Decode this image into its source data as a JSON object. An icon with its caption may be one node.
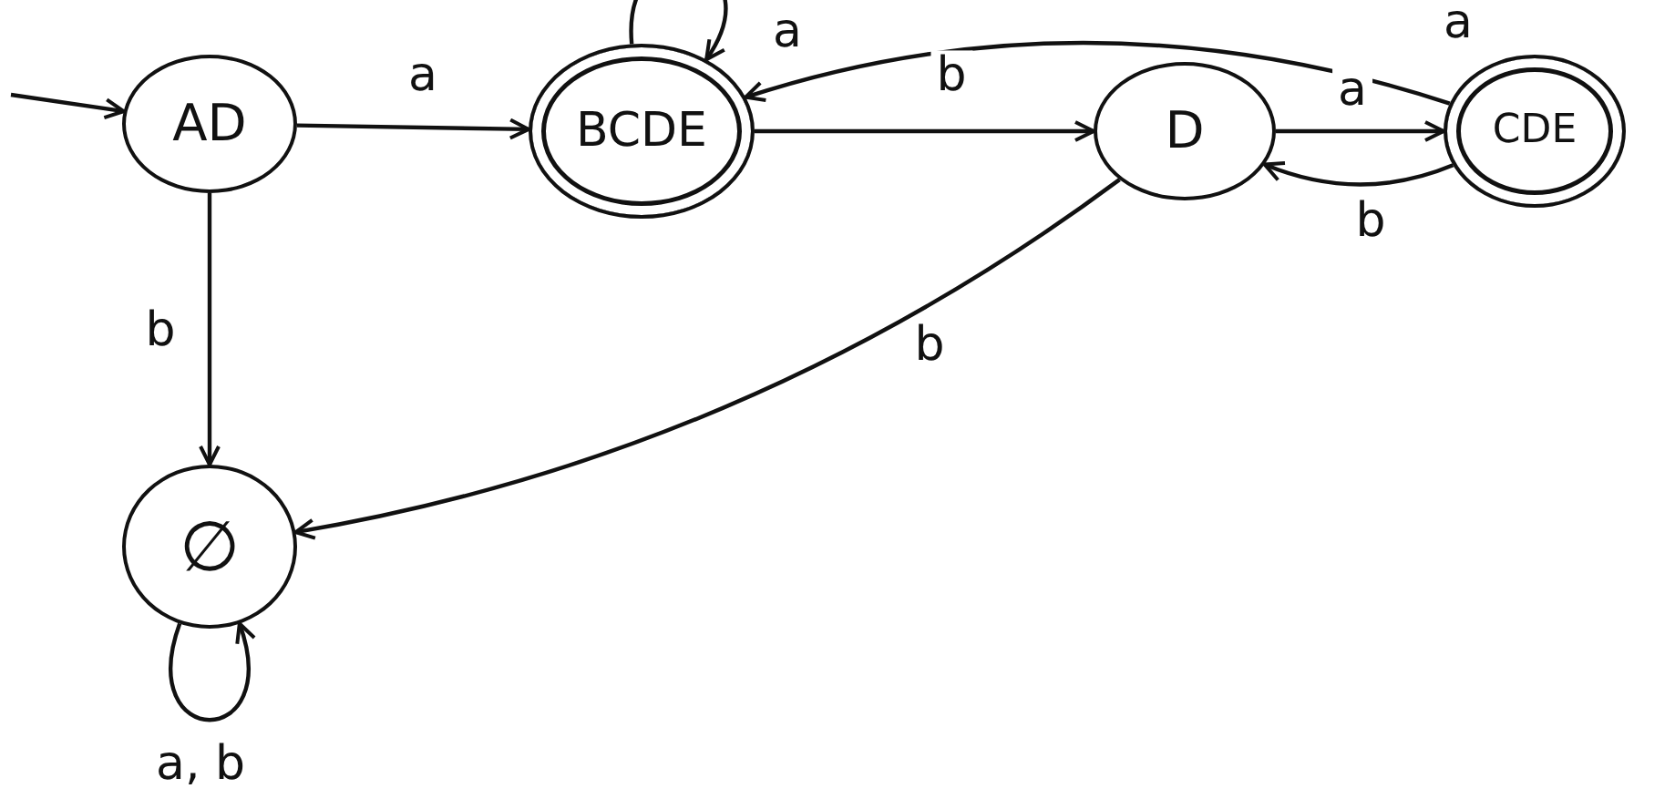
{
  "diagram": {
    "nodes": [
      {
        "text": [
          "AD"
        ]
      },
      {
        "text": [
          "BCDE"
        ]
      },
      {
        "text": [
          "D"
        ]
      },
      {
        "text": [
          "CDE"
        ]
      },
      {
        "text": [
          "∅"
        ]
      }
    ],
    "edges": [
      {
        "from": null,
        "to": 0,
        "arrow": "to"
      },
      {
        "from": 0,
        "to": 1,
        "arrow": "to",
        "label": "a"
      },
      {
        "from": 0,
        "to": 4,
        "arrow": "to",
        "label": "b"
      },
      {
        "from": 1,
        "to": 1,
        "arrow": "to",
        "label": "a"
      },
      {
        "from": 1,
        "to": 2,
        "arrow": "to",
        "label": "b"
      },
      {
        "from": 2,
        "to": 3,
        "arrow": "to",
        "label": "a"
      },
      {
        "from": 3,
        "to": 1,
        "arrow": "to",
        "label": "a"
      },
      {
        "from": 3,
        "to": 2,
        "arrow": "to",
        "label": "b"
      },
      {
        "from": 2,
        "to": 4,
        "arrow": "to",
        "label": "b"
      },
      {
        "from": 4,
        "to": 4,
        "arrow": "to",
        "label": "a, b"
      }
    ]
  }
}
